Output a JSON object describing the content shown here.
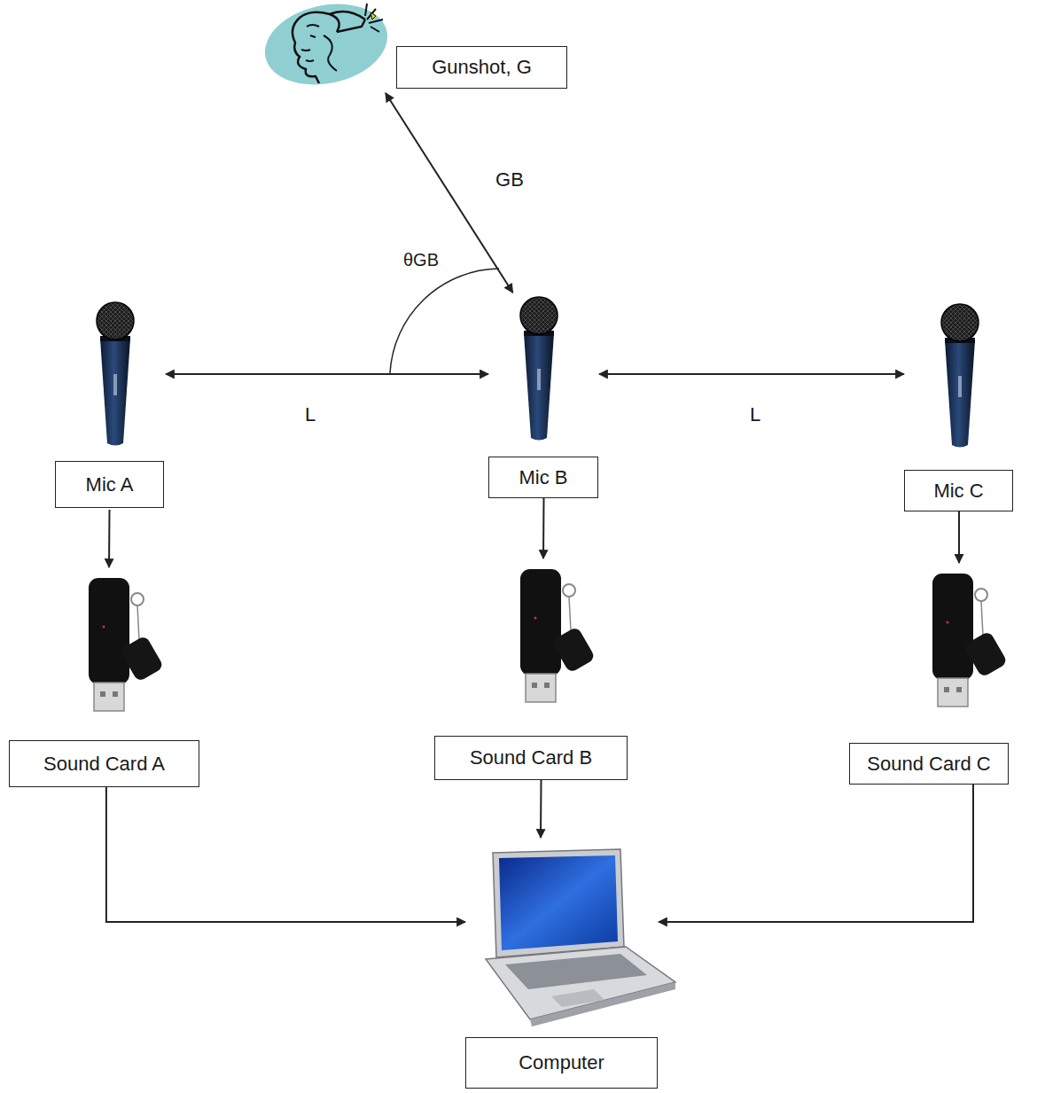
{
  "diagram": {
    "nodes": [
      {
        "text": [
          "Gunshot, G"
        ]
      },
      {
        "text": [
          "Mic A"
        ]
      },
      {
        "text": [
          "Mic B"
        ]
      },
      {
        "text": [
          "Mic C"
        ]
      },
      {
        "text": [
          "Sound Card A"
        ]
      },
      {
        "text": [
          "Sound Card B"
        ]
      },
      {
        "text": [
          "Sound Card C"
        ]
      },
      {
        "text": [
          "Computer"
        ]
      }
    ],
    "edges": [
      {
        "from": 0,
        "to": 2,
        "arrow": "both",
        "label": "GB"
      },
      {
        "from": 1,
        "to": 2,
        "arrow": "both",
        "label": "L"
      },
      {
        "from": 2,
        "to": 3,
        "arrow": "both",
        "label": "L"
      },
      {
        "from": 1,
        "to": 4,
        "arrow": "to"
      },
      {
        "from": 2,
        "to": 5,
        "arrow": "to"
      },
      {
        "from": 3,
        "to": 6,
        "arrow": "to"
      },
      {
        "from": 4,
        "to": 7,
        "arrow": "to"
      },
      {
        "from": 5,
        "to": 7,
        "arrow": "to"
      },
      {
        "from": 6,
        "to": 7,
        "arrow": "to"
      }
    ],
    "labels": [
      "θGB"
    ]
  }
}
